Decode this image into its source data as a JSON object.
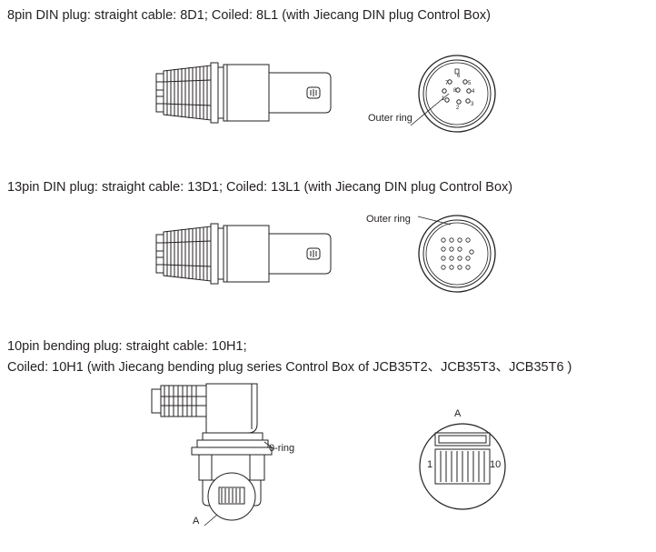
{
  "section_8pin": {
    "heading": "8pin DIN plug: straight cable: 8D1; Coiled: 8L1 (with Jiecang DIN plug Control Box)",
    "outer_ring_label": "Outer ring",
    "pin_numbers": [
      "6",
      "7",
      "5",
      "8",
      "4",
      "1",
      "3",
      "2"
    ]
  },
  "section_13pin": {
    "heading": "13pin DIN plug: straight cable: 13D1; Coiled: 13L1 (with Jiecang DIN plug Control Box)",
    "outer_ring_label": "Outer ring"
  },
  "section_10pin": {
    "heading_line1": "10pin bending plug: straight cable: 10H1;",
    "heading_line2": "Coiled: 10H1 (with Jiecang bending plug series Control Box of JCB35T2、JCB35T3、JCB35T6 )",
    "o_ring_label": "0-ring",
    "side_label_a": "A",
    "front_label_a": "A",
    "pin_start": "1",
    "pin_end": "10"
  }
}
